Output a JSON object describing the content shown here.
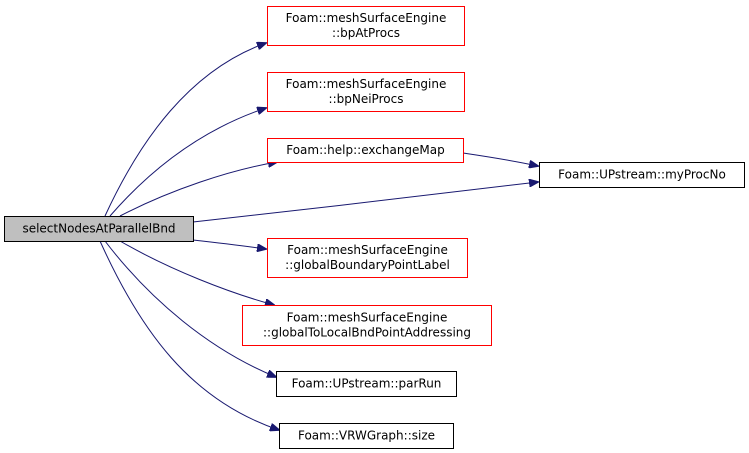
{
  "colors": {
    "background": "#ffffff",
    "edge": "#191970",
    "root_fill": "#bfbfbf",
    "node_fill": "#ffffff",
    "node_border_default": "#000000",
    "node_border_undocumented": "#ff0000"
  },
  "nodes": [
    {
      "id": "root",
      "lines": [
        "selectNodesAtParallelBnd"
      ],
      "style": "root"
    },
    {
      "id": "bpAtProcs",
      "lines": [
        "Foam::meshSurfaceEngine",
        "::bpAtProcs"
      ],
      "style": "red"
    },
    {
      "id": "bpNeiProcs",
      "lines": [
        "Foam::meshSurfaceEngine",
        "::bpNeiProcs"
      ],
      "style": "red"
    },
    {
      "id": "exchangeMap",
      "lines": [
        "Foam::help::exchangeMap"
      ],
      "style": "red"
    },
    {
      "id": "myProcNo",
      "lines": [
        "Foam::UPstream::myProcNo"
      ],
      "style": "black"
    },
    {
      "id": "globalBoundaryPointLabel",
      "lines": [
        "Foam::meshSurfaceEngine",
        "::globalBoundaryPointLabel"
      ],
      "style": "red"
    },
    {
      "id": "globalToLocalBndPointAddressing",
      "lines": [
        "Foam::meshSurfaceEngine",
        "::globalToLocalBndPointAddressing"
      ],
      "style": "red"
    },
    {
      "id": "parRun",
      "lines": [
        "Foam::UPstream::parRun"
      ],
      "style": "black"
    },
    {
      "id": "size",
      "lines": [
        "Foam::VRWGraph::size"
      ],
      "style": "black"
    }
  ],
  "edges": [
    {
      "from": "root",
      "to": "bpAtProcs"
    },
    {
      "from": "root",
      "to": "bpNeiProcs"
    },
    {
      "from": "root",
      "to": "exchangeMap"
    },
    {
      "from": "root",
      "to": "myProcNo"
    },
    {
      "from": "exchangeMap",
      "to": "myProcNo"
    },
    {
      "from": "root",
      "to": "globalBoundaryPointLabel"
    },
    {
      "from": "root",
      "to": "globalToLocalBndPointAddressing"
    },
    {
      "from": "root",
      "to": "parRun"
    },
    {
      "from": "root",
      "to": "size"
    }
  ]
}
